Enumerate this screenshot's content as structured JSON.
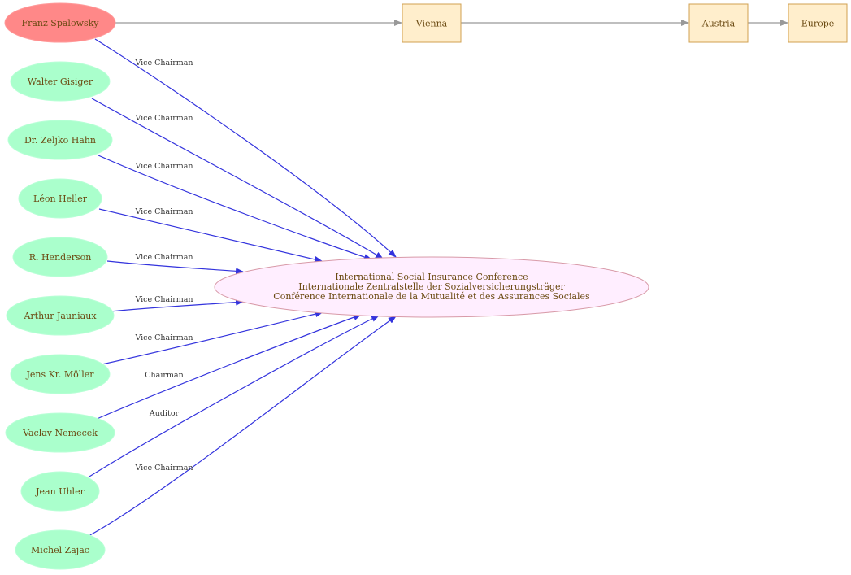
{
  "colors": {
    "person_fill": "#aaffcc",
    "highlight_fill": "#ff8888",
    "org_fill": "#ffeeff",
    "org_stroke": "#d89aa8",
    "place_fill": "#ffeecc",
    "place_stroke": "#d0a050",
    "role_edge": "#3333dd",
    "place_edge": "#999999",
    "label_text": "#6b4a12"
  },
  "organization": {
    "lines": [
      "International Social Insurance Conference",
      "Internationale Zentralstelle der Sozialversicherungsträger",
      "Conférence Internationale de la Mutualité et des Assurances Sociales"
    ]
  },
  "people": [
    {
      "id": "franz-spalowsky",
      "name": "Franz Spalowsky",
      "role": "Vice Chairman",
      "highlight": true
    },
    {
      "id": "walter-gisiger",
      "name": "Walter Gisiger",
      "role": "Vice Chairman",
      "highlight": false
    },
    {
      "id": "zeljko-hahn",
      "name": "Dr. Zeljko Hahn",
      "role": "Vice Chairman",
      "highlight": false
    },
    {
      "id": "leon-heller",
      "name": "Léon Heller",
      "role": "Vice Chairman",
      "highlight": false
    },
    {
      "id": "r-henderson",
      "name": "R. Henderson",
      "role": "Vice Chairman",
      "highlight": false
    },
    {
      "id": "arthur-jauniaux",
      "name": "Arthur Jauniaux",
      "role": "Vice Chairman",
      "highlight": false
    },
    {
      "id": "jens-kr-moller",
      "name": "Jens Kr. Möller",
      "role": "Vice Chairman",
      "highlight": false
    },
    {
      "id": "vaclav-nemecek",
      "name": "Vaclav Nemecek",
      "role": "Chairman",
      "highlight": false
    },
    {
      "id": "jean-uhler",
      "name": "Jean Uhler",
      "role": "Auditor",
      "highlight": false
    },
    {
      "id": "michel-zajac",
      "name": "Michel Zajac",
      "role": "Vice Chairman",
      "highlight": false
    }
  ],
  "places": [
    {
      "id": "vienna",
      "name": "Vienna"
    },
    {
      "id": "austria",
      "name": "Austria"
    },
    {
      "id": "europe",
      "name": "Europe"
    }
  ]
}
